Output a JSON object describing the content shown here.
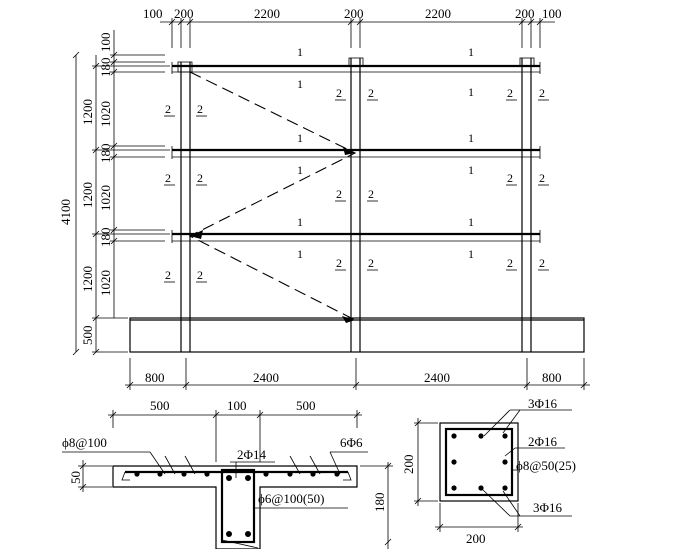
{
  "top_dims": [
    "100",
    "200",
    "2200",
    "200",
    "2200",
    "200",
    "100"
  ],
  "left_dims": {
    "overall": "4100",
    "level_top": "1200",
    "level_mid": "1200",
    "level_bot": "1200",
    "base": "500",
    "top_100": "100",
    "slab_180_a": "180",
    "slab_180_b": "180",
    "slab_180_c": "180",
    "inner_1020_a": "1020",
    "inner_1020_b": "1020",
    "inner_1020_c": "1020"
  },
  "bottom_dims": [
    "800",
    "2400",
    "2400",
    "800"
  ],
  "section_labels": {
    "beam": "1",
    "column": "2"
  },
  "beam_section": {
    "dims_top": [
      "500",
      "100",
      "500"
    ],
    "bar_label_left": "ϕ8@100",
    "bar_label_right": "6Φ6",
    "bar_label_mid": "2Φ14",
    "stirrup_label": "ϕ6@100(50)",
    "flange_depth": "50",
    "web_depth": "180"
  },
  "column_section": {
    "width": "200",
    "height": "200",
    "bar_top": "3Φ16",
    "bar_mid": "2Φ16",
    "stirrup": "ϕ8@50(25)",
    "bar_bottom": "3Φ16"
  }
}
